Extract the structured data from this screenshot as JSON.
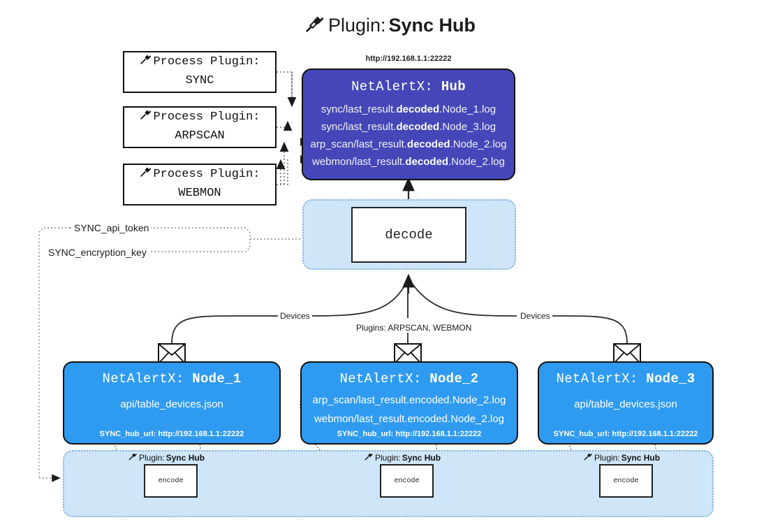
{
  "title": {
    "icon": "plug-icon",
    "prefix": "Plugin:",
    "name": "Sync Hub"
  },
  "process_plugins": [
    {
      "icon": "plug-icon",
      "line1": "Process Plugin:",
      "line2": "SYNC"
    },
    {
      "icon": "plug-icon",
      "line1": "Process Plugin:",
      "line2": "ARPSCAN"
    },
    {
      "icon": "plug-icon",
      "line1": "Process Plugin:",
      "line2": "WEBMON"
    }
  ],
  "hub": {
    "url": "http://192.168.1.1:22222",
    "title_prefix": "NetAlertX:",
    "title_name": "Hub",
    "files": [
      {
        "pre": "sync/last_result.",
        "mid": "decoded",
        "post": ".Node_1.log"
      },
      {
        "pre": "sync/last_result.",
        "mid": "decoded",
        "post": ".Node_3.log"
      },
      {
        "pre": "arp_scan/last_result.",
        "mid": "decoded",
        "post": ".Node_2.log"
      },
      {
        "pre": "webmon/last_result.",
        "mid": "decoded",
        "post": ".Node_2.log"
      }
    ]
  },
  "decode": {
    "label": "decode"
  },
  "tokens": [
    {
      "label": "SYNC_api_token"
    },
    {
      "label": "SYNC_encryption_key"
    }
  ],
  "edge_labels": {
    "devices_left": "Devices",
    "devices_right": "Devices",
    "plugins_center": "Plugins: ARPSCAN, WEBMON"
  },
  "nodes": [
    {
      "icon": "envelope-icon",
      "title_prefix": "NetAlertX:",
      "title_name": "Node_1",
      "files": [
        {
          "pre": "api/table_devices.json",
          "mid": "",
          "post": ""
        }
      ],
      "hub_url_label": "SYNC_hub_url: http://192.168.1.1:22222"
    },
    {
      "icon": "envelope-icon",
      "title_prefix": "NetAlertX:",
      "title_name": "Node_2",
      "files": [
        {
          "pre": "arp_scan/last_result.",
          "mid": "encoded",
          "post": ".Node_2.log"
        },
        {
          "pre": "webmon/last_result.",
          "mid": "encoded",
          "post": ".Node_2.log"
        }
      ],
      "hub_url_label": "SYNC_hub_url: http://192.168.1.1:22222"
    },
    {
      "icon": "envelope-icon",
      "title_prefix": "NetAlertX:",
      "title_name": "Node_3",
      "files": [
        {
          "pre": "api/table_devices.json",
          "mid": "",
          "post": ""
        }
      ],
      "hub_url_label": "SYNC_hub_url: http://192.168.1.1:22222"
    }
  ],
  "encoders": [
    {
      "caption_icon": "plug-icon",
      "caption_prefix": "Plugin:",
      "caption_name": "Sync Hub",
      "label": "encode"
    },
    {
      "caption_icon": "plug-icon",
      "caption_prefix": "Plugin:",
      "caption_name": "Sync Hub",
      "label": "encode"
    },
    {
      "caption_icon": "plug-icon",
      "caption_prefix": "Plugin:",
      "caption_name": "Sync Hub",
      "label": "encode"
    }
  ],
  "colors": {
    "hub_fill": "#4547b8",
    "node_fill": "#2f9bf0",
    "panel_fill": "#cfe5f8",
    "panel_border": "#7fb3e0",
    "stroke": "#111111",
    "page_bg": "#ffffff"
  }
}
